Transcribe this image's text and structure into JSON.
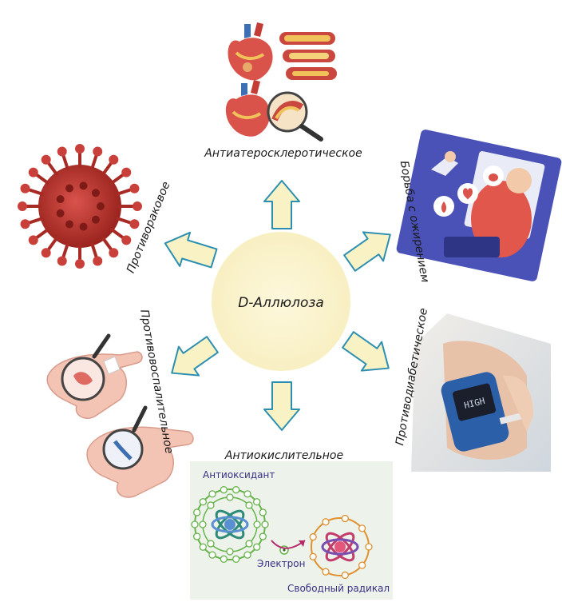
{
  "center": {
    "label": "D-Аллюлоза"
  },
  "effects": {
    "top": "Антиатеросклеротическое",
    "upper_right": "Борьба с ожирением",
    "lower_right": "Противодиабетическое",
    "bottom": "Антиокислительное",
    "lower_left": "Противовоспалительное",
    "upper_left": "Противораковое"
  },
  "antioxidant_panel": {
    "antioxidant_label": "Антиоксидант",
    "electron_label": "Электрон",
    "free_radical_label": "Свободный радикал"
  },
  "glucometer_display": "HIGH",
  "colors": {
    "center_circle": "#fbf4cf",
    "arrow_fill": "#f8f2c4",
    "arrow_stroke": "#2d8fb0",
    "virus": "#b8312c",
    "panel_bg": "#edf3ea",
    "obesity_bg": "#4a52b8"
  }
}
